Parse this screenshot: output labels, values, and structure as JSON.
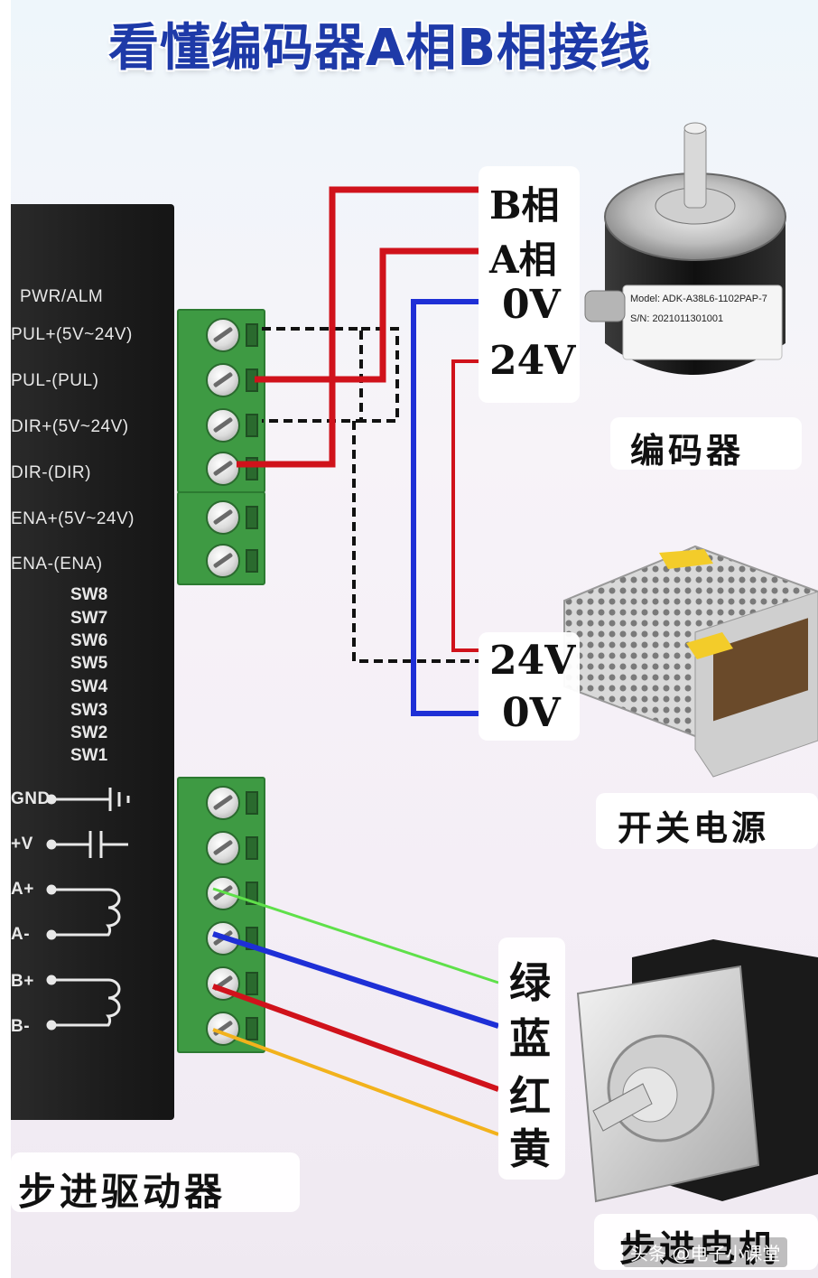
{
  "title": "看懂编码器A相B相接线",
  "driver": {
    "caption": "步进驱动器",
    "labels": [
      "PWR/ALM",
      "PUL+(5V~24V)",
      "PUL-(PUL)",
      "DIR+(5V~24V)",
      "DIR-(DIR)",
      "ENA+(5V~24V)",
      "ENA-(ENA)"
    ],
    "switches": [
      "SW8",
      "SW7",
      "SW6",
      "SW5",
      "SW4",
      "SW3",
      "SW2",
      "SW1"
    ],
    "bottom_labels": [
      "GND",
      "+V",
      "A+",
      "A-",
      "B+",
      "B-"
    ]
  },
  "encoder": {
    "caption": "编码器",
    "pins": [
      "B相",
      "A相",
      "0V",
      "24V"
    ],
    "model_text": "Model: ADK-A38L6-1102PAP-7",
    "serial_text": "S/N: 2021011301001"
  },
  "power_supply": {
    "caption": "开关电源",
    "pins": [
      "24V",
      "0V"
    ]
  },
  "motor": {
    "caption": "步进电机",
    "wires": [
      "绿",
      "蓝",
      "红",
      "黄"
    ]
  },
  "wire_colors": {
    "red": "#d0121b",
    "blue": "#1e2fd6",
    "green": "#5fe04a",
    "yellow": "#f2b21c",
    "black": "#111111"
  },
  "watermark": "头条 @电子小课堂"
}
